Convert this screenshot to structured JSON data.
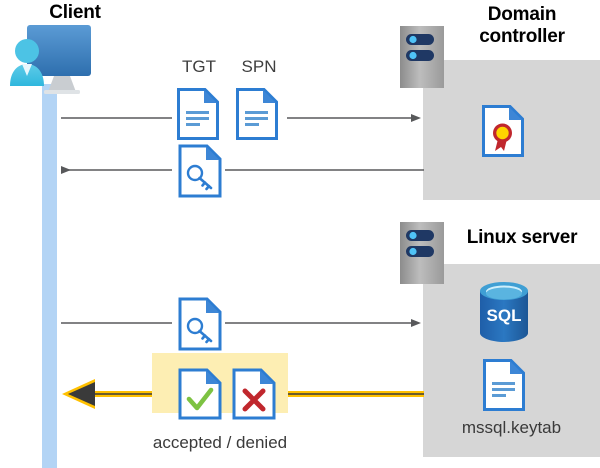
{
  "diagram": {
    "type": "kerberos-authentication-flow",
    "actors": {
      "client": {
        "label": "Client",
        "icon": "user-workstation-icon"
      },
      "domain_controller": {
        "label_line1": "Domain",
        "label_line2": "controller",
        "server_icon": "server-rack-icon",
        "contents": [
          {
            "icon": "certificate-document-icon",
            "label": ""
          }
        ]
      },
      "linux_server": {
        "label": "Linux server",
        "server_icon": "server-rack-icon",
        "contents": [
          {
            "icon": "sql-database-icon",
            "label": "SQL"
          },
          {
            "icon": "keytab-document-icon",
            "label": "mssql.keytab"
          }
        ]
      }
    },
    "messages": [
      {
        "id": "msg-request-tgt-spn",
        "direction": "client-to-domain-controller",
        "arrow_color": "#58595b",
        "payload": [
          {
            "icon": "document-icon",
            "tag": "TGT"
          },
          {
            "icon": "document-icon",
            "tag": "SPN"
          }
        ]
      },
      {
        "id": "msg-ticket-back",
        "direction": "domain-controller-to-client",
        "arrow_color": "#58595b",
        "payload": [
          {
            "icon": "key-document-icon",
            "tag": ""
          }
        ]
      },
      {
        "id": "msg-present-ticket",
        "direction": "client-to-linux-server",
        "arrow_color": "#58595b",
        "payload": [
          {
            "icon": "key-document-icon",
            "tag": ""
          }
        ]
      },
      {
        "id": "msg-auth-result",
        "direction": "linux-server-to-client",
        "arrow_color": "#ffc000",
        "highlight_color": "#fdeeb3",
        "caption": "accepted / denied",
        "payload": [
          {
            "icon": "check-document-icon",
            "tag": "accepted"
          },
          {
            "icon": "cross-document-icon",
            "tag": "denied"
          }
        ]
      }
    ],
    "colors": {
      "lifeline": "#b3d4f5",
      "panel": "#d6d6d6",
      "highlight": "#fdeeb3",
      "arrow_grey": "#58595b",
      "arrow_yellow": "#ffc000",
      "doc_blue": "#2d7dd2",
      "check_green": "#7dc242",
      "cross_red": "#c0272d",
      "sql_blue": "#1a6bb5"
    }
  },
  "labels": {
    "client": "Client",
    "domain_controller_line1": "Domain",
    "domain_controller_line2": "controller",
    "linux_server": "Linux server",
    "tgt": "TGT",
    "spn": "SPN",
    "keytab": "mssql.keytab",
    "accepted_denied": "accepted / denied"
  }
}
